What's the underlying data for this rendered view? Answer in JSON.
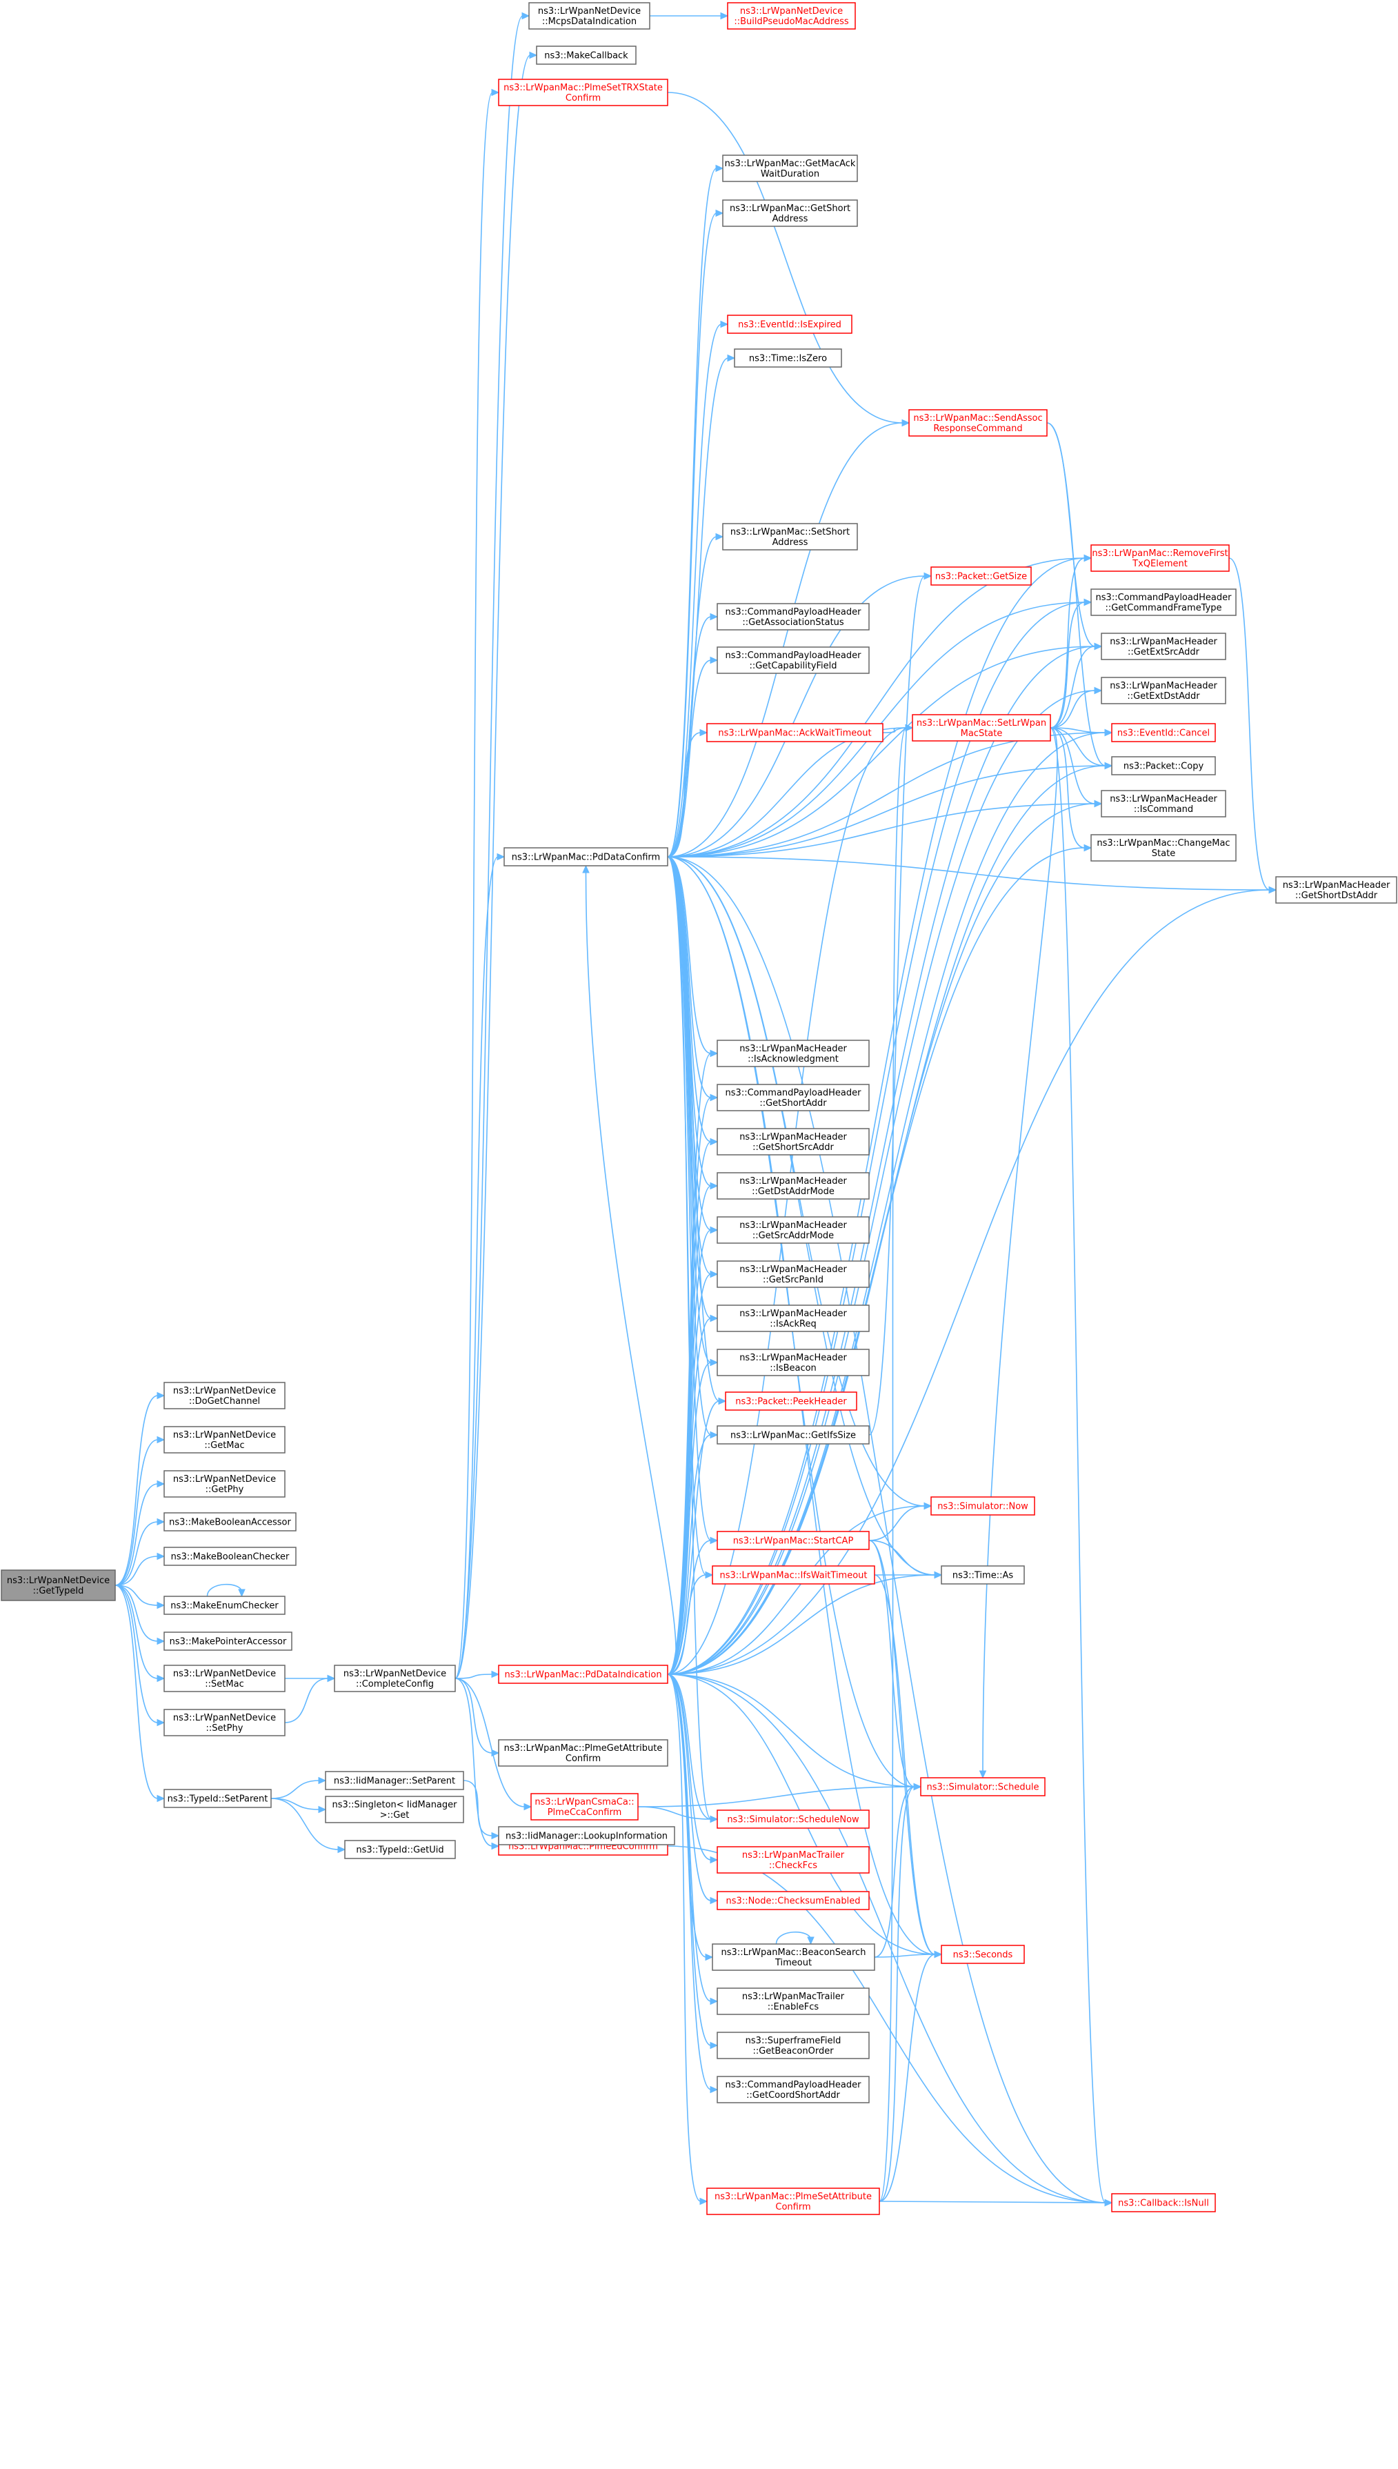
{
  "nodes": [
    {
      "id": "root",
      "lines": [
        "ns3::LrWpanNetDevice",
        "::GetTypeId"
      ],
      "root": true
    },
    {
      "id": "doGetChannel",
      "lines": [
        "ns3::LrWpanNetDevice",
        "::DoGetChannel"
      ]
    },
    {
      "id": "getMac",
      "lines": [
        "ns3::LrWpanNetDevice",
        "::GetMac"
      ]
    },
    {
      "id": "getPhy",
      "lines": [
        "ns3::LrWpanNetDevice",
        "::GetPhy"
      ]
    },
    {
      "id": "makeBoolAcc",
      "lines": [
        "ns3::MakeBooleanAccessor"
      ]
    },
    {
      "id": "makeBoolChk",
      "lines": [
        "ns3::MakeBooleanChecker"
      ]
    },
    {
      "id": "makeEnumChk",
      "lines": [
        "ns3::MakeEnumChecker"
      ]
    },
    {
      "id": "makePtrAcc",
      "lines": [
        "ns3::MakePointerAccessor"
      ]
    },
    {
      "id": "setMac",
      "lines": [
        "ns3::LrWpanNetDevice",
        "::SetMac"
      ]
    },
    {
      "id": "setPhy",
      "lines": [
        "ns3::LrWpanNetDevice",
        "::SetPhy"
      ]
    },
    {
      "id": "typeIdSetParent",
      "lines": [
        "ns3::TypeId::SetParent"
      ]
    },
    {
      "id": "completeConfig",
      "lines": [
        "ns3::LrWpanNetDevice",
        "::CompleteConfig"
      ]
    },
    {
      "id": "iidSetParent",
      "lines": [
        "ns3::IidManager::SetParent"
      ]
    },
    {
      "id": "singletonGet",
      "lines": [
        "ns3::Singleton< IidManager",
        ">::Get"
      ]
    },
    {
      "id": "typeIdGetUid",
      "lines": [
        "ns3::TypeId::GetUid"
      ]
    },
    {
      "id": "mcpsDataInd",
      "lines": [
        "ns3::LrWpanNetDevice",
        "::McpsDataIndication"
      ]
    },
    {
      "id": "buildPseudo",
      "lines": [
        "ns3::LrWpanNetDevice",
        "::BuildPseudoMacAddress"
      ],
      "red": true
    },
    {
      "id": "makeCallback",
      "lines": [
        "ns3::MakeCallback"
      ]
    },
    {
      "id": "plmeSetTRX",
      "lines": [
        "ns3::LrWpanMac::PlmeSetTRXState",
        "Confirm"
      ],
      "red": true
    },
    {
      "id": "pdDataConfirm",
      "lines": [
        "ns3::LrWpanMac::PdDataConfirm"
      ]
    },
    {
      "id": "pdDataInd",
      "lines": [
        "ns3::LrWpanMac::PdDataIndication"
      ],
      "red": true
    },
    {
      "id": "plmeGetAttr",
      "lines": [
        "ns3::LrWpanMac::PlmeGetAttribute",
        "Confirm"
      ]
    },
    {
      "id": "csmaCcaConfirm",
      "lines": [
        "ns3::LrWpanCsmaCa::",
        "PlmeCcaConfirm"
      ],
      "red": true
    },
    {
      "id": "plmeEdConfirm",
      "lines": [
        "ns3::LrWpanMac::PlmeEdConfirm"
      ],
      "red": true
    },
    {
      "id": "lookupInfo",
      "lines": [
        "ns3::IidManager::LookupInformation"
      ]
    },
    {
      "id": "getMacAckWait",
      "lines": [
        "ns3::LrWpanMac::GetMacAck",
        "WaitDuration"
      ]
    },
    {
      "id": "getShortAddress",
      "lines": [
        "ns3::LrWpanMac::GetShort",
        "Address"
      ]
    },
    {
      "id": "isExpired",
      "lines": [
        "ns3::EventId::IsExpired"
      ],
      "red": true
    },
    {
      "id": "timeIsZero",
      "lines": [
        "ns3::Time::IsZero"
      ]
    },
    {
      "id": "setShortAddress",
      "lines": [
        "ns3::LrWpanMac::SetShort",
        "Address"
      ]
    },
    {
      "id": "getAssocStatus",
      "lines": [
        "ns3::CommandPayloadHeader",
        "::GetAssociationStatus"
      ]
    },
    {
      "id": "getCapField",
      "lines": [
        "ns3::CommandPayloadHeader",
        "::GetCapabilityField"
      ]
    },
    {
      "id": "ackWaitTimeout",
      "lines": [
        "ns3::LrWpanMac::AckWaitTimeout"
      ],
      "red": true
    },
    {
      "id": "isAck",
      "lines": [
        "ns3::LrWpanMacHeader",
        "::IsAcknowledgment"
      ]
    },
    {
      "id": "cmdGetShortAddr",
      "lines": [
        "ns3::CommandPayloadHeader",
        "::GetShortAddr"
      ]
    },
    {
      "id": "getShortSrcAddr",
      "lines": [
        "ns3::LrWpanMacHeader",
        "::GetShortSrcAddr"
      ]
    },
    {
      "id": "getDstAddrMode",
      "lines": [
        "ns3::LrWpanMacHeader",
        "::GetDstAddrMode"
      ]
    },
    {
      "id": "getSrcAddrMode",
      "lines": [
        "ns3::LrWpanMacHeader",
        "::GetSrcAddrMode"
      ]
    },
    {
      "id": "getSrcPanId",
      "lines": [
        "ns3::LrWpanMacHeader",
        "::GetSrcPanId"
      ]
    },
    {
      "id": "isAckReq",
      "lines": [
        "ns3::LrWpanMacHeader",
        "::IsAckReq"
      ]
    },
    {
      "id": "isBeacon",
      "lines": [
        "ns3::LrWpanMacHeader",
        "::IsBeacon"
      ]
    },
    {
      "id": "peekHeader",
      "lines": [
        "ns3::Packet::PeekHeader"
      ],
      "red": true
    },
    {
      "id": "getIfsSize",
      "lines": [
        "ns3::LrWpanMac::GetIfsSize"
      ]
    },
    {
      "id": "startCAP",
      "lines": [
        "ns3::LrWpanMac::StartCAP"
      ],
      "red": true
    },
    {
      "id": "ifsWaitTimeout",
      "lines": [
        "ns3::LrWpanMac::IfsWaitTimeout"
      ],
      "red": true
    },
    {
      "id": "scheduleNow",
      "lines": [
        "ns3::Simulator::ScheduleNow"
      ],
      "red": true
    },
    {
      "id": "checkFcs",
      "lines": [
        "ns3::LrWpanMacTrailer",
        "::CheckFcs"
      ],
      "red": true
    },
    {
      "id": "checksumEnabled",
      "lines": [
        "ns3::Node::ChecksumEnabled"
      ],
      "red": true
    },
    {
      "id": "beaconSearchTimeout",
      "lines": [
        "ns3::LrWpanMac::BeaconSearch",
        "Timeout"
      ]
    },
    {
      "id": "enableFcs",
      "lines": [
        "ns3::LrWpanMacTrailer",
        "::EnableFcs"
      ]
    },
    {
      "id": "getBeaconOrder",
      "lines": [
        "ns3::SuperframeField",
        "::GetBeaconOrder"
      ]
    },
    {
      "id": "getCoordShortAddr",
      "lines": [
        "ns3::CommandPayloadHeader",
        "::GetCoordShortAddr"
      ]
    },
    {
      "id": "plmeSetAttrConfirm",
      "lines": [
        "ns3::LrWpanMac::PlmeSetAttribute",
        "Confirm"
      ],
      "red": true
    },
    {
      "id": "sendAssoc",
      "lines": [
        "ns3::LrWpanMac::SendAssoc",
        "ResponseCommand"
      ],
      "red": true
    },
    {
      "id": "packetGetSize",
      "lines": [
        "ns3::Packet::GetSize"
      ],
      "red": true
    },
    {
      "id": "setLrWpanMacState",
      "lines": [
        "ns3::LrWpanMac::SetLrWpan",
        "MacState"
      ],
      "red": true
    },
    {
      "id": "simulatorNow",
      "lines": [
        "ns3::Simulator::Now"
      ],
      "red": true
    },
    {
      "id": "timeAs",
      "lines": [
        "ns3::Time::As"
      ]
    },
    {
      "id": "simSchedule",
      "lines": [
        "ns3::Simulator::Schedule"
      ],
      "red": true
    },
    {
      "id": "seconds",
      "lines": [
        "ns3::Seconds"
      ],
      "red": true
    },
    {
      "id": "removeFirstTx",
      "lines": [
        "ns3::LrWpanMac::RemoveFirst",
        "TxQElement"
      ],
      "red": true
    },
    {
      "id": "getCmdFrameType",
      "lines": [
        "ns3::CommandPayloadHeader",
        "::GetCommandFrameType"
      ]
    },
    {
      "id": "getExtSrcAddr",
      "lines": [
        "ns3::LrWpanMacHeader",
        "::GetExtSrcAddr"
      ]
    },
    {
      "id": "getExtDstAddr",
      "lines": [
        "ns3::LrWpanMacHeader",
        "::GetExtDstAddr"
      ]
    },
    {
      "id": "eventCancel",
      "lines": [
        "ns3::EventId::Cancel"
      ],
      "red": true
    },
    {
      "id": "packetCopy",
      "lines": [
        "ns3::Packet::Copy"
      ]
    },
    {
      "id": "isCommand",
      "lines": [
        "ns3::LrWpanMacHeader",
        "::IsCommand"
      ]
    },
    {
      "id": "changeMacState",
      "lines": [
        "ns3::LrWpanMac::ChangeMac",
        "State"
      ]
    },
    {
      "id": "callbackIsNull",
      "lines": [
        "ns3::Callback::IsNull"
      ],
      "red": true
    },
    {
      "id": "getShortDstAddr",
      "lines": [
        "ns3::LrWpanMacHeader",
        "::GetShortDstAddr"
      ]
    }
  ],
  "edges": [
    [
      "root",
      "doGetChannel"
    ],
    [
      "root",
      "getMac"
    ],
    [
      "root",
      "getPhy"
    ],
    [
      "root",
      "makeBoolAcc"
    ],
    [
      "root",
      "makeBoolChk"
    ],
    [
      "root",
      "makeEnumChk"
    ],
    [
      "root",
      "makePtrAcc"
    ],
    [
      "root",
      "setMac"
    ],
    [
      "root",
      "setPhy"
    ],
    [
      "root",
      "typeIdSetParent"
    ],
    [
      "makeEnumChk",
      "makeEnumChk"
    ],
    [
      "setMac",
      "completeConfig"
    ],
    [
      "setPhy",
      "completeConfig"
    ],
    [
      "typeIdSetParent",
      "iidSetParent"
    ],
    [
      "typeIdSetParent",
      "singletonGet"
    ],
    [
      "typeIdSetParent",
      "typeIdGetUid"
    ],
    [
      "iidSetParent",
      "lookupInfo"
    ],
    [
      "completeConfig",
      "mcpsDataInd"
    ],
    [
      "completeConfig",
      "makeCallback"
    ],
    [
      "completeConfig",
      "plmeSetTRX"
    ],
    [
      "completeConfig",
      "pdDataConfirm"
    ],
    [
      "completeConfig",
      "pdDataInd"
    ],
    [
      "completeConfig",
      "plmeGetAttr"
    ],
    [
      "completeConfig",
      "csmaCcaConfirm"
    ],
    [
      "completeConfig",
      "plmeEdConfirm"
    ],
    [
      "mcpsDataInd",
      "buildPseudo"
    ],
    [
      "plmeSetTRX",
      "sendAssoc"
    ],
    [
      "pdDataConfirm",
      "getMacAckWait"
    ],
    [
      "pdDataConfirm",
      "getShortAddress"
    ],
    [
      "pdDataConfirm",
      "isExpired"
    ],
    [
      "pdDataConfirm",
      "timeIsZero"
    ],
    [
      "pdDataConfirm",
      "setShortAddress"
    ],
    [
      "pdDataConfirm",
      "getAssocStatus"
    ],
    [
      "pdDataConfirm",
      "getCapField"
    ],
    [
      "pdDataConfirm",
      "ackWaitTimeout"
    ],
    [
      "pdDataConfirm",
      "isAck"
    ],
    [
      "pdDataConfirm",
      "cmdGetShortAddr"
    ],
    [
      "pdDataConfirm",
      "getShortSrcAddr"
    ],
    [
      "pdDataConfirm",
      "getDstAddrMode"
    ],
    [
      "pdDataConfirm",
      "getSrcAddrMode"
    ],
    [
      "pdDataConfirm",
      "getSrcPanId"
    ],
    [
      "pdDataConfirm",
      "isAckReq"
    ],
    [
      "pdDataConfirm",
      "isBeacon"
    ],
    [
      "pdDataConfirm",
      "peekHeader"
    ],
    [
      "pdDataConfirm",
      "getIfsSize"
    ],
    [
      "pdDataConfirm",
      "startCAP"
    ],
    [
      "pdDataConfirm",
      "ifsWaitTimeout"
    ],
    [
      "pdDataConfirm",
      "scheduleNow"
    ],
    [
      "pdDataConfirm",
      "sendAssoc"
    ],
    [
      "pdDataConfirm",
      "packetGetSize"
    ],
    [
      "pdDataConfirm",
      "setLrWpanMacState"
    ],
    [
      "pdDataConfirm",
      "simulatorNow"
    ],
    [
      "pdDataConfirm",
      "timeAs"
    ],
    [
      "pdDataConfirm",
      "simSchedule"
    ],
    [
      "pdDataConfirm",
      "seconds"
    ],
    [
      "pdDataConfirm",
      "removeFirstTx"
    ],
    [
      "pdDataConfirm",
      "getCmdFrameType"
    ],
    [
      "pdDataConfirm",
      "getExtSrcAddr"
    ],
    [
      "pdDataConfirm",
      "eventCancel"
    ],
    [
      "pdDataConfirm",
      "packetCopy"
    ],
    [
      "pdDataConfirm",
      "isCommand"
    ],
    [
      "pdDataConfirm",
      "getShortDstAddr"
    ],
    [
      "pdDataConfirm",
      "callbackIsNull"
    ],
    [
      "pdDataInd",
      "pdDataConfirm"
    ],
    [
      "pdDataInd",
      "isAck"
    ],
    [
      "pdDataInd",
      "cmdGetShortAddr"
    ],
    [
      "pdDataInd",
      "getShortSrcAddr"
    ],
    [
      "pdDataInd",
      "getDstAddrMode"
    ],
    [
      "pdDataInd",
      "getSrcAddrMode"
    ],
    [
      "pdDataInd",
      "getSrcPanId"
    ],
    [
      "pdDataInd",
      "isAckReq"
    ],
    [
      "pdDataInd",
      "isBeacon"
    ],
    [
      "pdDataInd",
      "peekHeader"
    ],
    [
      "pdDataInd",
      "getIfsSize"
    ],
    [
      "pdDataInd",
      "startCAP"
    ],
    [
      "pdDataInd",
      "ifsWaitTimeout"
    ],
    [
      "pdDataInd",
      "scheduleNow"
    ],
    [
      "pdDataInd",
      "checkFcs"
    ],
    [
      "pdDataInd",
      "checksumEnabled"
    ],
    [
      "pdDataInd",
      "beaconSearchTimeout"
    ],
    [
      "pdDataInd",
      "enableFcs"
    ],
    [
      "pdDataInd",
      "getBeaconOrder"
    ],
    [
      "pdDataInd",
      "getCoordShortAddr"
    ],
    [
      "pdDataInd",
      "plmeSetAttrConfirm"
    ],
    [
      "pdDataInd",
      "simSchedule"
    ],
    [
      "pdDataInd",
      "seconds"
    ],
    [
      "pdDataInd",
      "callbackIsNull"
    ],
    [
      "pdDataInd",
      "setLrWpanMacState"
    ],
    [
      "pdDataInd",
      "timeAs"
    ],
    [
      "pdDataInd",
      "simulatorNow"
    ],
    [
      "pdDataInd",
      "removeFirstTx"
    ],
    [
      "pdDataInd",
      "getExtSrcAddr"
    ],
    [
      "pdDataInd",
      "getExtDstAddr"
    ],
    [
      "pdDataInd",
      "eventCancel"
    ],
    [
      "pdDataInd",
      "packetCopy"
    ],
    [
      "pdDataInd",
      "isCommand"
    ],
    [
      "pdDataInd",
      "changeMacState"
    ],
    [
      "pdDataInd",
      "getShortDstAddr"
    ],
    [
      "pdDataInd",
      "getCmdFrameType"
    ],
    [
      "csmaCcaConfirm",
      "scheduleNow"
    ],
    [
      "csmaCcaConfirm",
      "simSchedule"
    ],
    [
      "plmeEdConfirm",
      "callbackIsNull"
    ],
    [
      "ackWaitTimeout",
      "setLrWpanMacState"
    ],
    [
      "getIfsSize",
      "packetGetSize"
    ],
    [
      "startCAP",
      "simulatorNow"
    ],
    [
      "startCAP",
      "simSchedule"
    ],
    [
      "startCAP",
      "seconds"
    ],
    [
      "startCAP",
      "timeAs"
    ],
    [
      "ifsWaitTimeout",
      "timeAs"
    ],
    [
      "ifsWaitTimeout",
      "seconds"
    ],
    [
      "beaconSearchTimeout",
      "beaconSearchTimeout"
    ],
    [
      "beaconSearchTimeout",
      "simSchedule"
    ],
    [
      "beaconSearchTimeout",
      "seconds"
    ],
    [
      "plmeSetAttrConfirm",
      "callbackIsNull"
    ],
    [
      "plmeSetAttrConfirm",
      "seconds"
    ],
    [
      "plmeSetAttrConfirm",
      "simSchedule"
    ],
    [
      "plmeSetAttrConfirm",
      "setLrWpanMacState"
    ],
    [
      "sendAssoc",
      "getExtSrcAddr"
    ],
    [
      "sendAssoc",
      "packetCopy"
    ],
    [
      "setLrWpanMacState",
      "removeFirstTx"
    ],
    [
      "setLrWpanMacState",
      "getCmdFrameType"
    ],
    [
      "setLrWpanMacState",
      "getExtSrcAddr"
    ],
    [
      "setLrWpanMacState",
      "getExtDstAddr"
    ],
    [
      "setLrWpanMacState",
      "eventCancel"
    ],
    [
      "setLrWpanMacState",
      "packetCopy"
    ],
    [
      "setLrWpanMacState",
      "isCommand"
    ],
    [
      "setLrWpanMacState",
      "changeMacState"
    ],
    [
      "setLrWpanMacState",
      "callbackIsNull"
    ],
    [
      "setLrWpanMacState",
      "simSchedule"
    ],
    [
      "removeFirstTx",
      "getShortDstAddr"
    ]
  ]
}
